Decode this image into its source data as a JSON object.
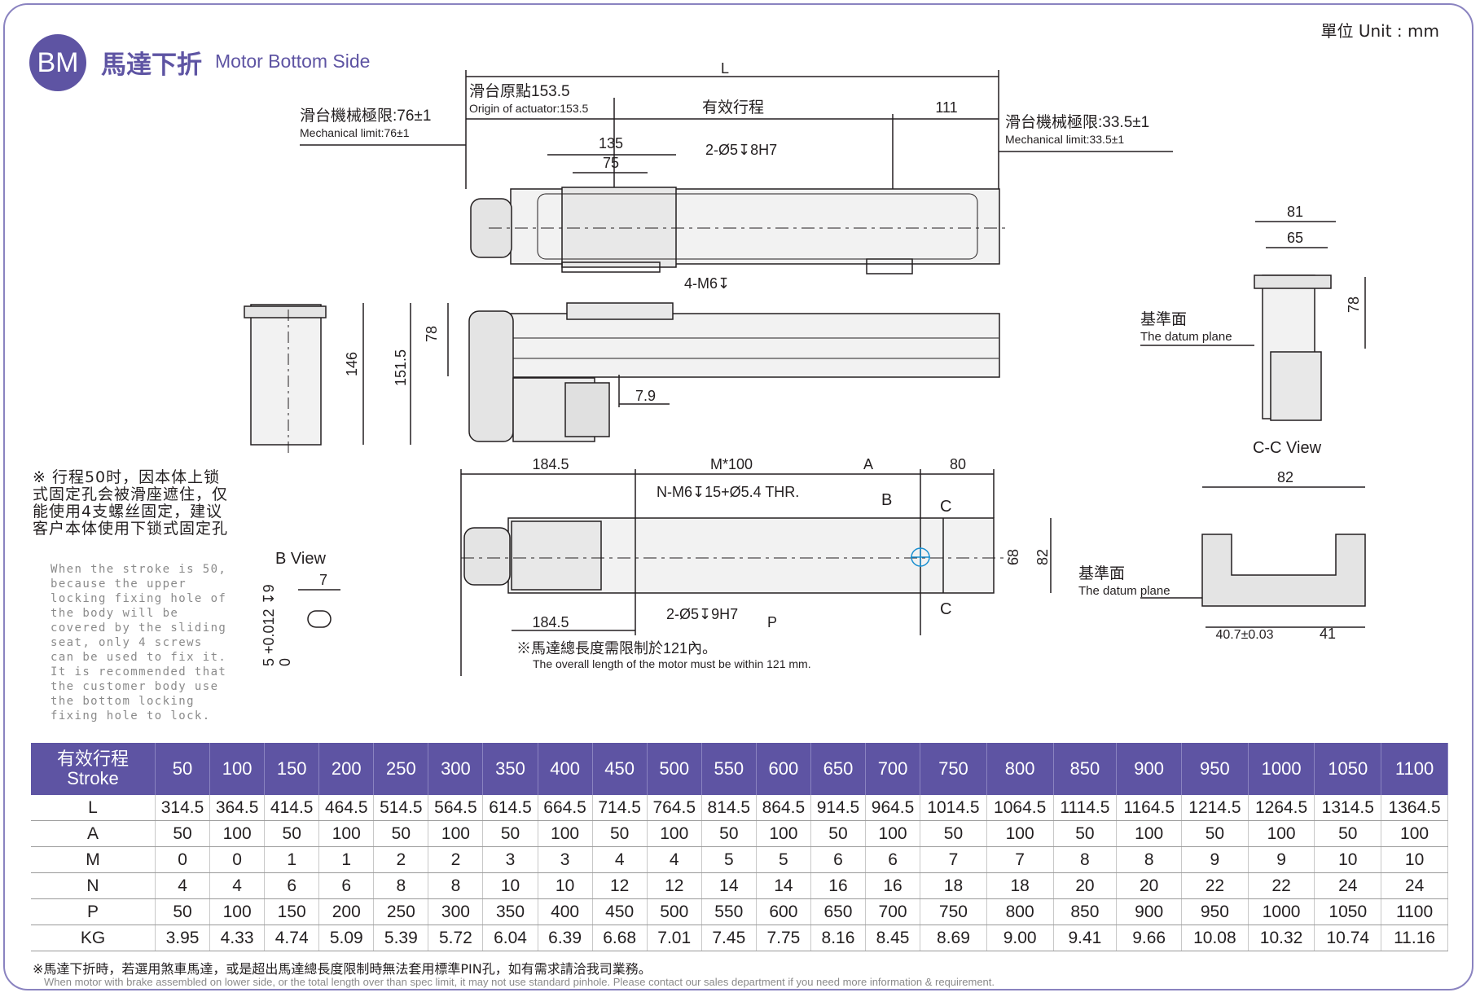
{
  "header": {
    "badge": "BM",
    "title_zh": "馬達下折",
    "title_en": "Motor Bottom Side",
    "unit": "單位 Unit : mm"
  },
  "drawing": {
    "L": "L",
    "origin_zh": "滑台原點153.5",
    "origin_en": "Origin of actuator:153.5",
    "effective_stroke": "有效行程",
    "d111": "111",
    "mech_left_zh": "滑台機械極限:76±1",
    "mech_left_en": "Mechanical limit:76±1",
    "mech_right_zh": "滑台機械極限:33.5±1",
    "mech_right_en": "Mechanical limit:33.5±1",
    "d135": "135",
    "d75": "75",
    "pin_holes": "2-Ø5↧8H7",
    "tap_holes": "4-M6↧",
    "d81": "81",
    "d65": "65",
    "d78_right": "78",
    "datum_zh": "基準面",
    "datum_en": "The datum plane",
    "d146": "146",
    "d151_5": "151.5",
    "d78_side": "78",
    "d7_9": "7.9",
    "cc_view": "C-C View",
    "d184_5_top": "184.5",
    "m100": "M*100",
    "dA": "A",
    "d80": "80",
    "n_holes": "N-M6↧15+Ø5.4 THR.",
    "b_label": "B",
    "c_top": "C",
    "c_bottom": "C",
    "d68": "68",
    "d82_v": "82",
    "d82_h": "82",
    "datum2_zh": "基準面",
    "datum2_en": "The datum plane",
    "b_view": "B View",
    "d7_b": "7",
    "tol": "5 +0.012 ↧9",
    "tol_zero": "0",
    "pin_holes2": "2-Ø5↧9H7",
    "dP": "P",
    "d184_5_bottom": "184.5",
    "motor_note_zh": "※馬達總長度需限制於121內。",
    "motor_note_en": "The overall length of the motor must be within 121 mm.",
    "d40_7": "40.7±0.03",
    "d41": "41"
  },
  "note": {
    "zh": "※ 行程50时，因本体上锁式固定孔会被滑座遮住，仅能使用4支螺丝固定，建议客户本体使用下锁式固定孔",
    "en": "When the stroke is 50, because the upper locking fixing hole of the body will be covered by the sliding seat, only 4 screws can be used to fix it. It is recommended that the customer body use the bottom locking fixing hole to lock."
  },
  "table": {
    "corner_zh": "有效行程",
    "corner_en": "Stroke",
    "strokes": [
      "50",
      "100",
      "150",
      "200",
      "250",
      "300",
      "350",
      "400",
      "450",
      "500",
      "550",
      "600",
      "650",
      "700",
      "750",
      "800",
      "850",
      "900",
      "950",
      "1000",
      "1050",
      "1100"
    ],
    "rows": [
      {
        "label": "L",
        "values": [
          "314.5",
          "364.5",
          "414.5",
          "464.5",
          "514.5",
          "564.5",
          "614.5",
          "664.5",
          "714.5",
          "764.5",
          "814.5",
          "864.5",
          "914.5",
          "964.5",
          "1014.5",
          "1064.5",
          "1114.5",
          "1164.5",
          "1214.5",
          "1264.5",
          "1314.5",
          "1364.5"
        ]
      },
      {
        "label": "A",
        "values": [
          "50",
          "100",
          "50",
          "100",
          "50",
          "100",
          "50",
          "100",
          "50",
          "100",
          "50",
          "100",
          "50",
          "100",
          "50",
          "100",
          "50",
          "100",
          "50",
          "100",
          "50",
          "100"
        ]
      },
      {
        "label": "M",
        "values": [
          "0",
          "0",
          "1",
          "1",
          "2",
          "2",
          "3",
          "3",
          "4",
          "4",
          "5",
          "5",
          "6",
          "6",
          "7",
          "7",
          "8",
          "8",
          "9",
          "9",
          "10",
          "10"
        ]
      },
      {
        "label": "N",
        "values": [
          "4",
          "4",
          "6",
          "6",
          "8",
          "8",
          "10",
          "10",
          "12",
          "12",
          "14",
          "14",
          "16",
          "16",
          "18",
          "18",
          "20",
          "20",
          "22",
          "22",
          "24",
          "24"
        ]
      },
      {
        "label": "P",
        "values": [
          "50",
          "100",
          "150",
          "200",
          "250",
          "300",
          "350",
          "400",
          "450",
          "500",
          "550",
          "600",
          "650",
          "700",
          "750",
          "800",
          "850",
          "900",
          "950",
          "1000",
          "1050",
          "1100"
        ]
      },
      {
        "label": "KG",
        "values": [
          "3.95",
          "4.33",
          "4.74",
          "5.09",
          "5.39",
          "5.72",
          "6.04",
          "6.39",
          "6.68",
          "7.01",
          "7.45",
          "7.75",
          "8.16",
          "8.45",
          "8.69",
          "9.00",
          "9.41",
          "9.66",
          "10.08",
          "10.32",
          "10.74",
          "11.16"
        ]
      }
    ]
  },
  "footer": {
    "zh": "※馬達下折時，若選用煞車馬達，或是超出馬達總長度限制時無法套用標準PIN孔，如有需求請洽我司業務。",
    "en": "When motor with brake assembled on lower side, or the total length over than spec limit, it may not use standard pinhole. Please contact our sales department if you need more information & requirement."
  },
  "colors": {
    "accent": "#5e54a3",
    "highlight_blue": "#1a8fd0",
    "highlight_orange": "#e8891c"
  }
}
